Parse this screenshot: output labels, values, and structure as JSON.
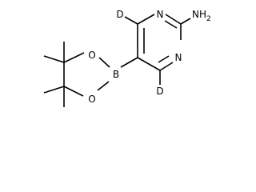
{
  "molecule": {
    "atoms": {
      "n1": "N",
      "n3": "N",
      "d4": "D",
      "d6": "D",
      "nh2": "NH",
      "nh2_sub": "2",
      "b": "B",
      "o1": "O",
      "o2": "O"
    }
  }
}
